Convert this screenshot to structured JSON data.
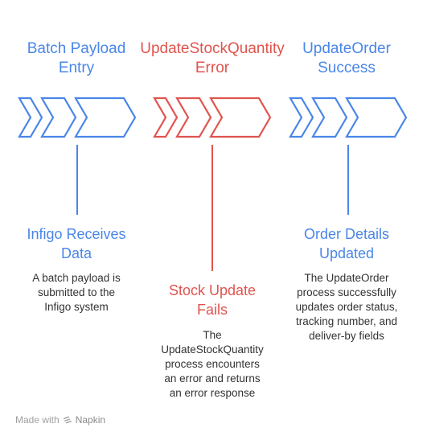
{
  "colors": {
    "blue": "#4a86e8",
    "red": "#e0544e",
    "text": "#333333",
    "footer": "#a0a0a0"
  },
  "stages": [
    {
      "title_line1": "Batch Payload",
      "title_line2": "Entry",
      "heading_line1": "Infigo Receives",
      "heading_line2": "Data",
      "description_lines": [
        "A batch payload is",
        "submitted to the",
        "Infigo system"
      ]
    },
    {
      "title_line1": "UpdateStockQuantity",
      "title_line2": "Error",
      "heading_line1": "Stock Update",
      "heading_line2": "Fails",
      "description_lines": [
        "The",
        "UpdateStockQuantity",
        "process encounters",
        "an error and returns",
        "an error response"
      ]
    },
    {
      "title_line1": "UpdateOrder",
      "title_line2": "Success",
      "heading_line1": "Order Details",
      "heading_line2": "Updated",
      "description_lines": [
        "The UpdateOrder",
        "process successfully",
        "updates order status,",
        "tracking number, and",
        "deliver-by fields"
      ]
    }
  ],
  "footer": {
    "made_with": "Made with",
    "brand": "Napkin",
    "icon": "napkin-logo-icon"
  }
}
